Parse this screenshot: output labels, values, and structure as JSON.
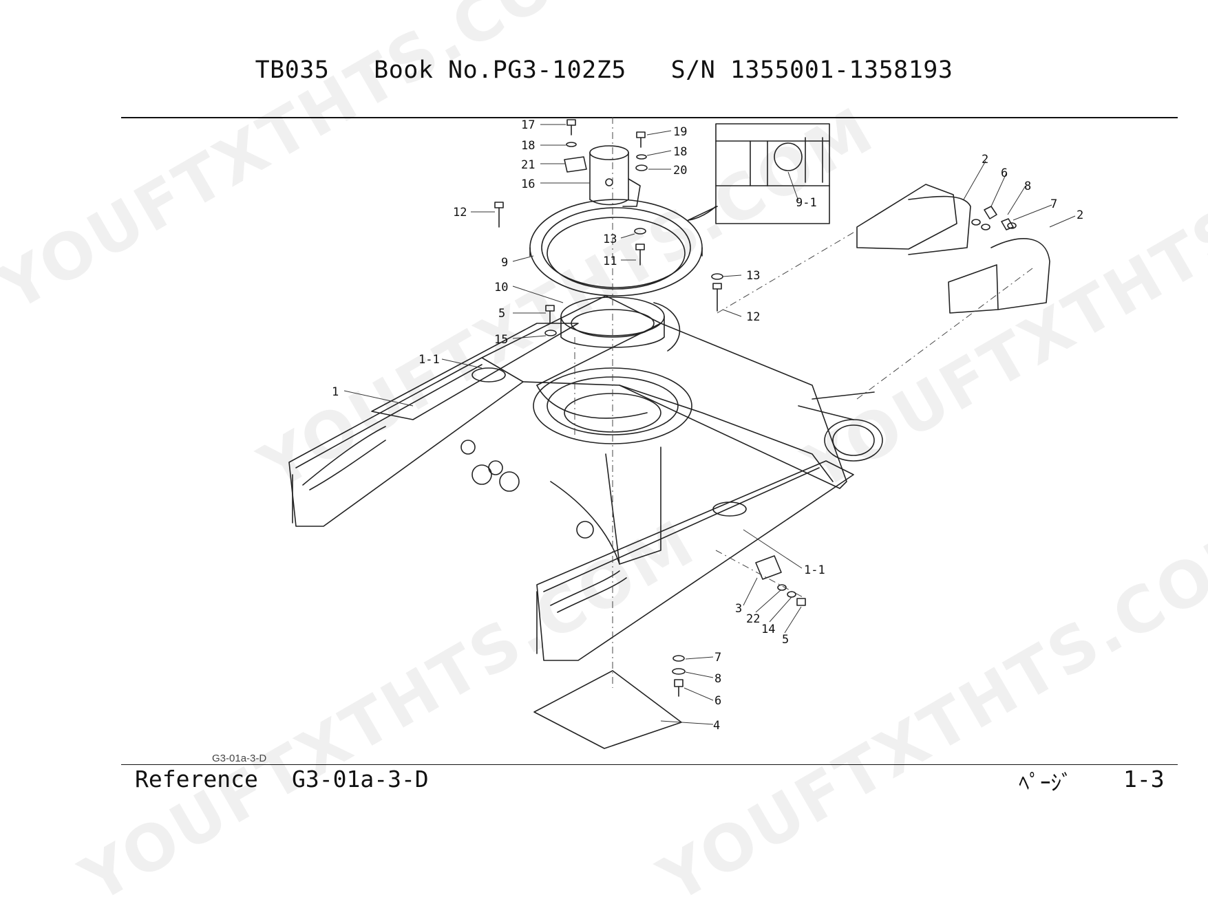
{
  "header": {
    "title": "TB035   Book No.PG3-102Z5   S/N 1355001-1358193"
  },
  "footer": {
    "reference_small": "G3-01a-3-D",
    "reference_label": "Reference",
    "reference_code": "G3-01a-3-D",
    "page_label": "ﾍﾟｰｼﾞ",
    "page_number": "1-3"
  },
  "watermark": {
    "text_a": "YOUFTXTHTS.COM",
    "text_b": "YOUFTXTHTS.COM"
  },
  "callouts": [
    "17",
    "18",
    "21",
    "16",
    "19",
    "18",
    "20",
    "12",
    "13",
    "11",
    "9",
    "10",
    "5",
    "15",
    "1-1",
    "1",
    "13",
    "12",
    "9-1",
    "2",
    "6",
    "8",
    "7",
    "2",
    "1-1",
    "3",
    "22",
    "14",
    "5",
    "7",
    "8",
    "6",
    "4"
  ]
}
